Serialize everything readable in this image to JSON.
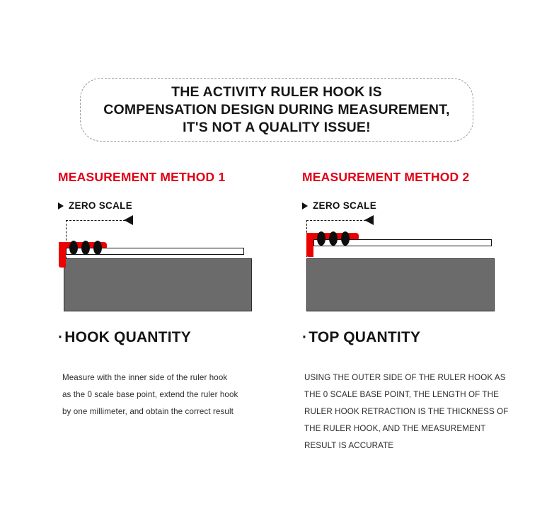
{
  "header": {
    "lines": [
      "THE ACTIVITY RULER HOOK IS",
      "COMPENSATION DESIGN DURING MEASUREMENT,",
      "IT'S NOT A QUALITY ISSUE!"
    ]
  },
  "colors": {
    "accent_red": "#e00016",
    "hook_red": "#ec0000",
    "block_gray": "#6b6b6b",
    "text_dark": "#161616",
    "dashed_border": "#9a9a9a"
  },
  "methods": [
    {
      "title": "MEASUREMENT METHOD 1",
      "zero_scale_label": "ZERO SCALE",
      "caption_bullet": "·",
      "caption_title": "HOOK QUANTITY",
      "body_lines": [
        "Measure with the inner side of the ruler hook",
        "as the 0 scale base point, extend the ruler hook",
        "by one millimeter, and obtain the correct result"
      ]
    },
    {
      "title": "MEASUREMENT METHOD 2",
      "zero_scale_label": "ZERO SCALE",
      "caption_bullet": "·",
      "caption_title": "TOP QUANTITY",
      "body_lines": [
        "USING THE OUTER SIDE OF THE RULER HOOK AS",
        "THE 0 SCALE BASE POINT, THE LENGTH OF THE",
        "RULER HOOK RETRACTION IS THE THICKNESS OF",
        "THE RULER HOOK, AND THE MEASUREMENT",
        "RESULT IS ACCURATE"
      ]
    }
  ]
}
